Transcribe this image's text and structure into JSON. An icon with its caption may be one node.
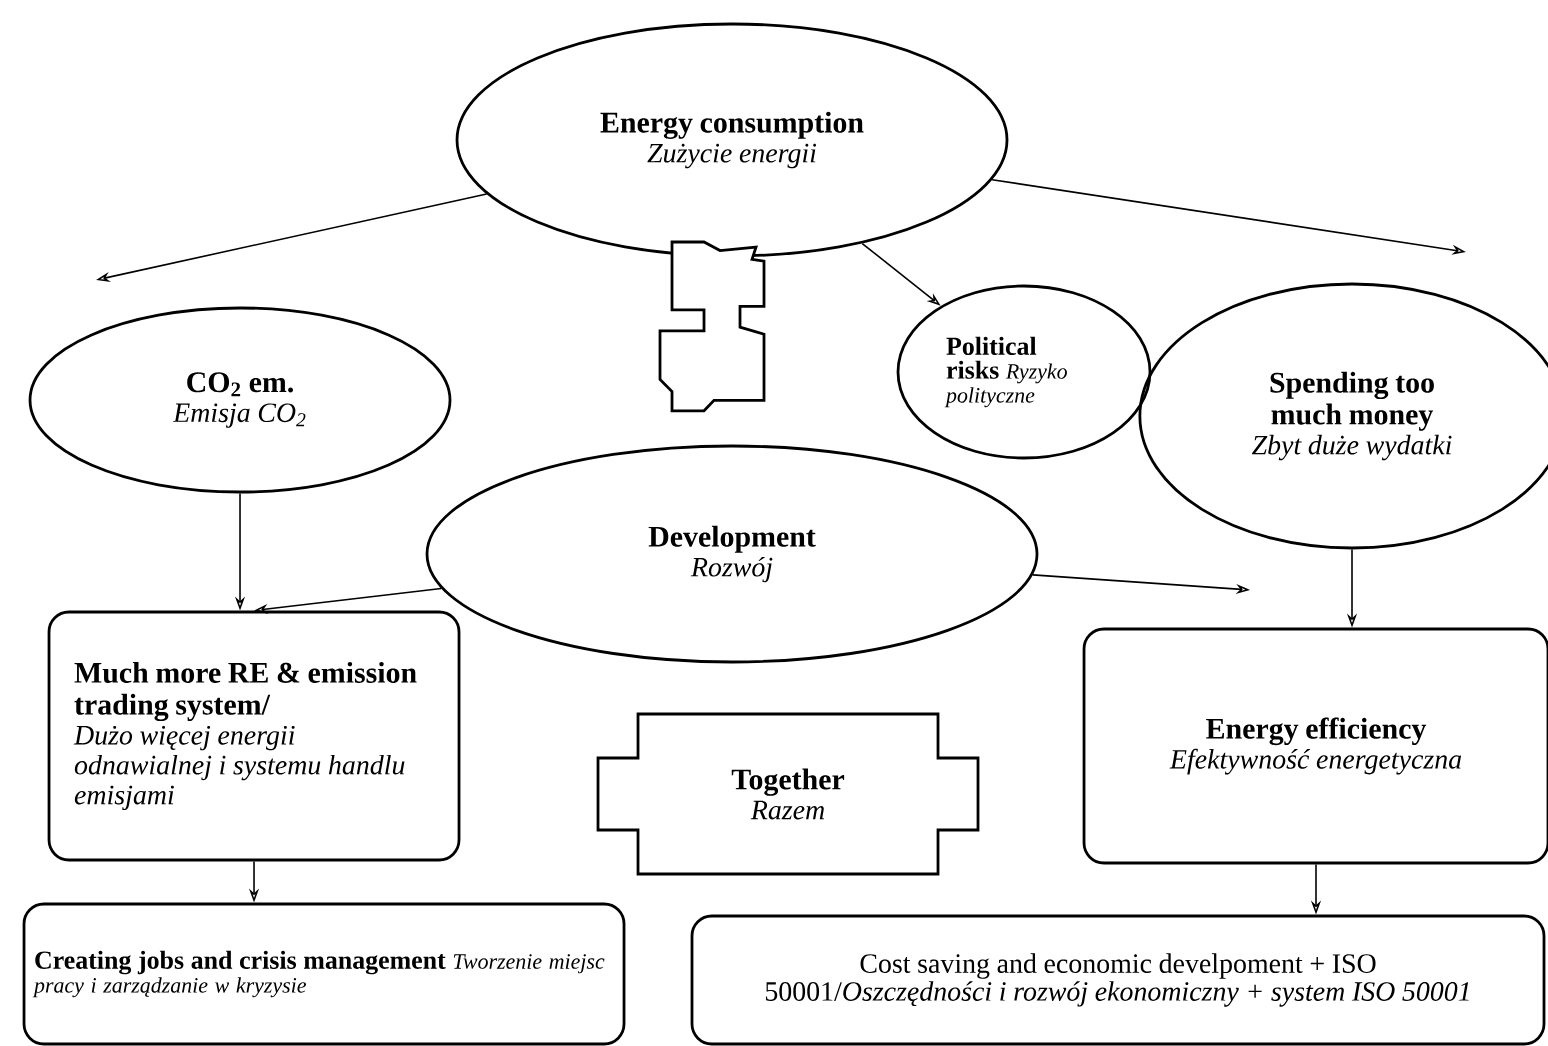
{
  "diagram": {
    "nodes": [
      {
        "text": [
          "Energy consumption",
          "Zużycie energii"
        ]
      },
      {
        "text": [
          "CO$_{2}$ em.",
          "Emisja CO$_{2}$"
        ]
      },
      {
        "text": [
          "Political risks",
          "Ryzyko polityczne"
        ]
      },
      {
        "text": [
          "Spending too much money",
          "Zbyt duże wydatki"
        ]
      },
      {
        "text": [
          "Development",
          "Rozwój"
        ]
      },
      {
        "text": [
          "Much more RE & emission trading system/",
          "Dużo więcej energii odnawialnej i systemu handlu emisjami"
        ]
      },
      {
        "text": [
          "Together",
          "Razem"
        ]
      },
      {
        "text": [
          "Energy efficiency",
          "Efektywność energetyczna"
        ]
      },
      {
        "text": [
          "Creating jobs and crisis management",
          "Tworzenie miejsc pracy i zarządzanie w kryzysie"
        ]
      },
      {
        "text": [
          "Cost saving and economic develpoment + ISO 50001/*Oszczędności i rozwój ekonomiczny + system ISO 50001*"
        ]
      }
    ],
    "edges": [
      {
        "from": 0,
        "to": null,
        "arrow": "to"
      },
      {
        "from": 0,
        "to": 2,
        "arrow": "to"
      },
      {
        "from": 0,
        "to": null,
        "arrow": "to"
      },
      {
        "from": 1,
        "to": 5,
        "arrow": "to"
      },
      {
        "from": 4,
        "to": 5,
        "arrow": "to"
      },
      {
        "from": 4,
        "to": null,
        "arrow": "to"
      },
      {
        "from": 3,
        "to": 7,
        "arrow": "to"
      },
      {
        "from": 5,
        "to": 8,
        "arrow": "to"
      },
      {
        "from": 7,
        "to": 9,
        "arrow": "to"
      }
    ]
  }
}
